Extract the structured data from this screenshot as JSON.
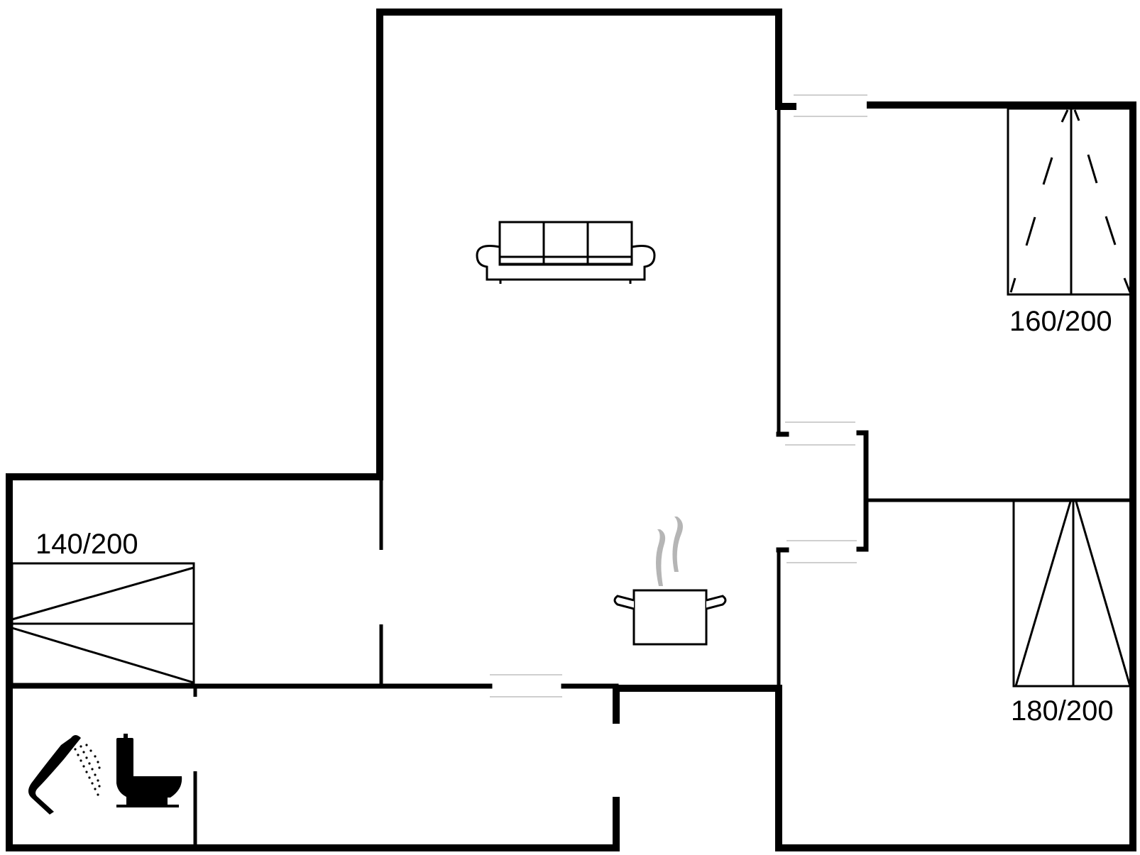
{
  "diagram": {
    "type": "floor-plan",
    "background": "#ffffff",
    "wall_color": "#000000",
    "window_color": "#cfcfcf",
    "steam_color": "#b5b5b5"
  },
  "rooms": [
    {
      "id": "living-kitchen",
      "label": "",
      "furniture": [
        "sofa-icon",
        "cooking-pot-icon"
      ]
    },
    {
      "id": "bedroom-top-right",
      "label": "",
      "bed_size": "160/200"
    },
    {
      "id": "bedroom-bottom-right",
      "label": "",
      "bed_size": "180/200"
    },
    {
      "id": "bedroom-left",
      "label": "",
      "bed_size": "140/200"
    },
    {
      "id": "bathroom",
      "label": "",
      "fixtures": [
        "shower-icon",
        "toilet-icon"
      ]
    },
    {
      "id": "hallway",
      "label": ""
    }
  ],
  "beds": {
    "bed_160": {
      "label": "160/200"
    },
    "bed_180": {
      "label": "180/200"
    },
    "bed_140": {
      "label": "140/200"
    }
  },
  "icons": {
    "sofa": "sofa-icon",
    "pot": "cooking-pot-icon",
    "shower": "shower-icon",
    "toilet": "toilet-icon"
  }
}
